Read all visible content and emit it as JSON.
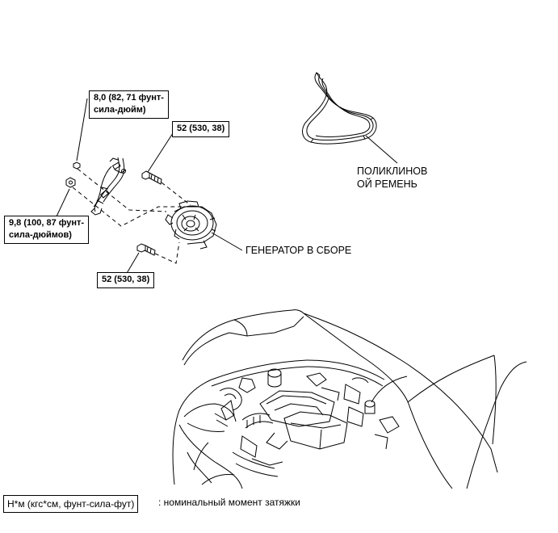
{
  "torque_labels": {
    "upper_bolt": [
      "8,0 (82, 71 фунт-",
      "сила-дюйм)"
    ],
    "nut": [
      "9,8 (100, 87 фунт-",
      "сила-дюймов)"
    ],
    "upper_mount": "52 (530, 38)",
    "lower_mount": "52 (530, 38)"
  },
  "part_labels": {
    "belt": [
      "ПОЛИКЛИНОВ",
      "ОЙ РЕМЕНЬ"
    ],
    "generator": "ГЕНЕРАТОР В СБОРЕ"
  },
  "legend": {
    "unit_box": "Н*м (кгс*см, фунт-сила-фут)",
    "description": ": номинальный момент затяжки"
  }
}
